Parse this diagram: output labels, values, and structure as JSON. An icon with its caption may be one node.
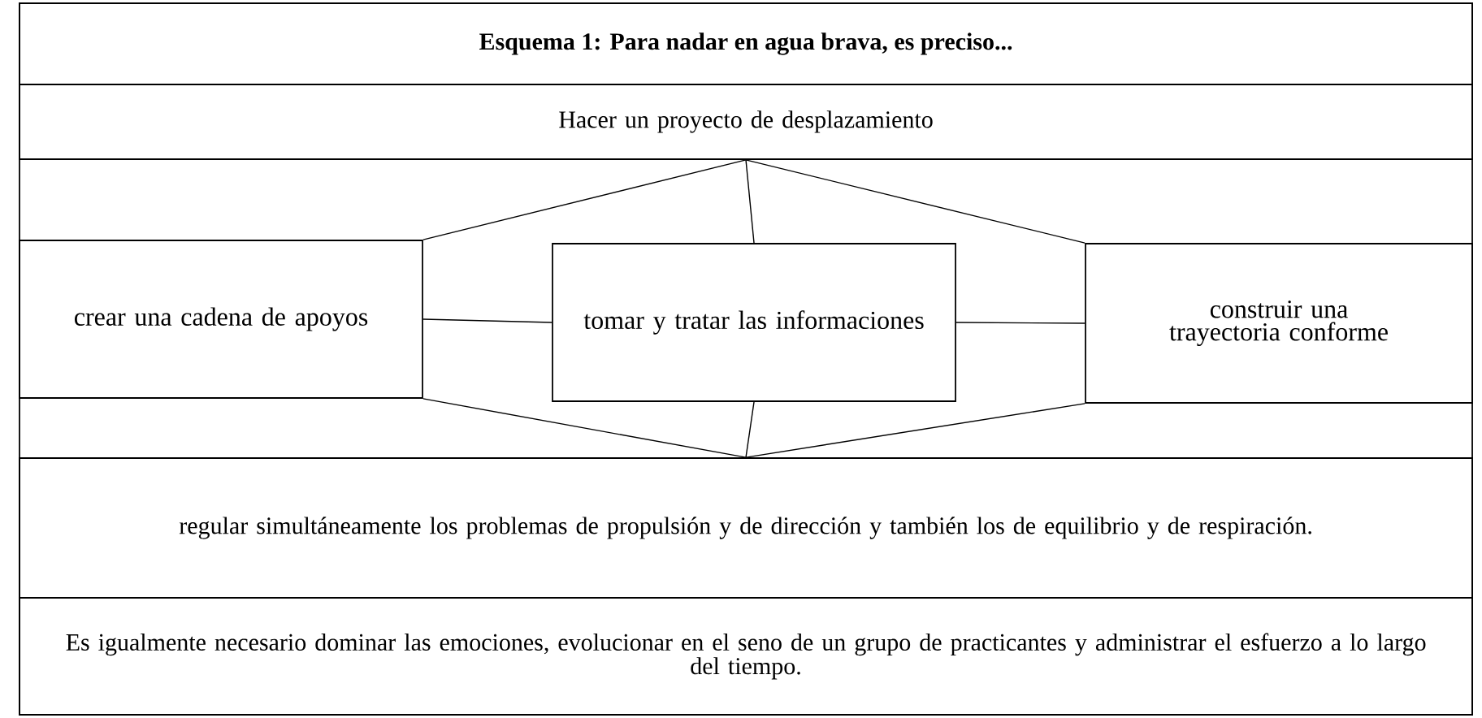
{
  "diagram": {
    "title": "Esquema 1: Para nadar en agua brava, es preciso...",
    "nodes": [
      {
        "text": [
          "Hacer un proyecto de desplazamiento"
        ]
      },
      {
        "text": [
          "crear una cadena de apoyos"
        ]
      },
      {
        "text": [
          "tomar y tratar las informaciones"
        ]
      },
      {
        "text": [
          "construir una trayectoria conforme"
        ]
      },
      {
        "text": [
          "regular simultáneamente los problemas de propulsión y de dirección y también los de equilibrio y de respiración."
        ]
      },
      {
        "text": [
          "Es igualmente necesario dominar las emociones, evolucionar en el seno de un grupo de practicantes y administrar el esfuerzo a lo largo del tiempo."
        ]
      }
    ],
    "edges": [
      {
        "from": 0,
        "to": 1,
        "arrow": "none"
      },
      {
        "from": 0,
        "to": 2,
        "arrow": "none"
      },
      {
        "from": 0,
        "to": 3,
        "arrow": "none"
      },
      {
        "from": 1,
        "to": 2,
        "arrow": "none"
      },
      {
        "from": 2,
        "to": 3,
        "arrow": "none"
      },
      {
        "from": 1,
        "to": 4,
        "arrow": "none"
      },
      {
        "from": 2,
        "to": 4,
        "arrow": "none"
      },
      {
        "from": 3,
        "to": 4,
        "arrow": "none"
      }
    ]
  }
}
